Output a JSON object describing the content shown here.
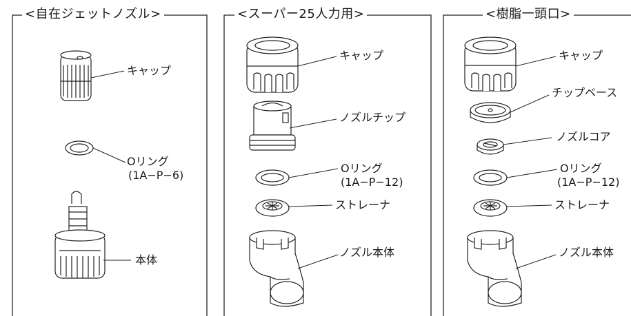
{
  "panels": [
    {
      "title": "<自在ジェットノズル>",
      "labels": {
        "cap": "キャップ",
        "oring": "Oリング",
        "oring_code": "(1A−P−6)",
        "body": "本体"
      }
    },
    {
      "title": "<スーパー25人力用>",
      "labels": {
        "cap": "キャップ",
        "tip": "ノズルチップ",
        "oring": "Oリング",
        "oring_code": "(1A−P−12)",
        "strainer": "ストレーナ",
        "body": "ノズル本体"
      }
    },
    {
      "title": "<樹脂一頭口>",
      "labels": {
        "cap": "キャップ",
        "tip_base": "チップベース",
        "core": "ノズルコア",
        "oring": "Oリング",
        "oring_code": "(1A−P−12)",
        "strainer": "ストレーナ",
        "body": "ノズル本体"
      }
    }
  ]
}
